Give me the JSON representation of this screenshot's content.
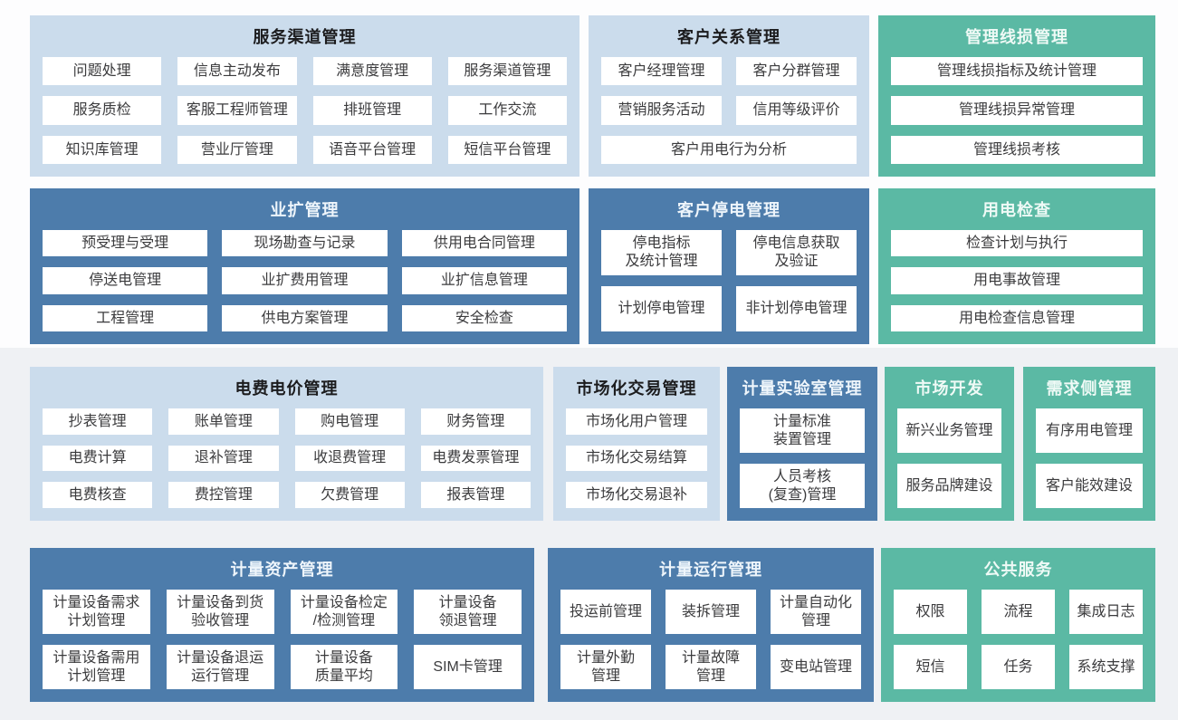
{
  "colors": {
    "light_blue": "#cbdcec",
    "dark_blue": "#4d7cab",
    "teal": "#5bb9a4",
    "item_bg": "#ffffff",
    "item_text": "#3b3b3d",
    "bg_lower": "#eff1f4"
  },
  "panels": [
    {
      "title": "服务渠道管理",
      "theme": "light",
      "items": [
        {
          "label": "问题处理"
        },
        {
          "label": "信息主动发布"
        },
        {
          "label": "满意度管理"
        },
        {
          "label": "服务渠道管理"
        },
        {
          "label": "服务质检"
        },
        {
          "label": "客服工程师管理"
        },
        {
          "label": "排班管理"
        },
        {
          "label": "工作交流"
        },
        {
          "label": "知识库管理"
        },
        {
          "label": "营业厅管理"
        },
        {
          "label": "语音平台管理"
        },
        {
          "label": "短信平台管理"
        }
      ]
    },
    {
      "title": "客户关系管理",
      "theme": "light",
      "items": [
        {
          "label": "客户经理管理"
        },
        {
          "label": "客户分群管理"
        },
        {
          "label": "营销服务活动"
        },
        {
          "label": "信用等级评价"
        },
        {
          "label": "客户用电行为分析",
          "span": 2
        }
      ]
    },
    {
      "title": "管理线损管理",
      "theme": "teal",
      "items": [
        {
          "label": "管理线损指标及统计管理"
        },
        {
          "label": "管理线损异常管理"
        },
        {
          "label": "管理线损考核"
        }
      ]
    },
    {
      "title": "业扩管理",
      "theme": "dark",
      "items": [
        {
          "label": "预受理与受理"
        },
        {
          "label": "现场勘查与记录"
        },
        {
          "label": "供用电合同管理"
        },
        {
          "label": "停送电管理"
        },
        {
          "label": "业扩费用管理"
        },
        {
          "label": "业扩信息管理"
        },
        {
          "label": "工程管理"
        },
        {
          "label": "供电方案管理"
        },
        {
          "label": "安全检查"
        }
      ]
    },
    {
      "title": "客户停电管理",
      "theme": "dark",
      "items": [
        {
          "label": "停电指标\n及统计管理"
        },
        {
          "label": "停电信息获取\n及验证"
        },
        {
          "label": "计划停电管理"
        },
        {
          "label": "非计划停电管理"
        }
      ]
    },
    {
      "title": "用电检查",
      "theme": "teal",
      "items": [
        {
          "label": "检查计划与执行"
        },
        {
          "label": "用电事故管理"
        },
        {
          "label": "用电检查信息管理"
        }
      ]
    },
    {
      "title": "电费电价管理",
      "theme": "light",
      "items": [
        {
          "label": "抄表管理"
        },
        {
          "label": "账单管理"
        },
        {
          "label": "购电管理"
        },
        {
          "label": "财务管理"
        },
        {
          "label": "电费计算"
        },
        {
          "label": "退补管理"
        },
        {
          "label": "收退费管理"
        },
        {
          "label": "电费发票管理"
        },
        {
          "label": "电费核查"
        },
        {
          "label": "费控管理"
        },
        {
          "label": "欠费管理"
        },
        {
          "label": "报表管理"
        }
      ]
    },
    {
      "title": "市场化交易管理",
      "theme": "light",
      "items": [
        {
          "label": "市场化用户管理"
        },
        {
          "label": "市场化交易结算"
        },
        {
          "label": "市场化交易退补"
        }
      ]
    },
    {
      "title": "计量实验室管理",
      "theme": "dark",
      "items": [
        {
          "label": "计量标准\n装置管理"
        },
        {
          "label": "人员考核\n(复查)管理"
        }
      ]
    },
    {
      "title": "市场开发",
      "theme": "teal",
      "items": [
        {
          "label": "新兴业务管理"
        },
        {
          "label": "服务品牌建设"
        }
      ]
    },
    {
      "title": "需求侧管理",
      "theme": "teal",
      "items": [
        {
          "label": "有序用电管理"
        },
        {
          "label": "客户能效建设"
        }
      ]
    },
    {
      "title": "计量资产管理",
      "theme": "dark",
      "items": [
        {
          "label": "计量设备需求\n计划管理"
        },
        {
          "label": "计量设备到货\n验收管理"
        },
        {
          "label": "计量设备检定\n/检测管理"
        },
        {
          "label": "计量设备\n领退管理"
        },
        {
          "label": "计量设备需用\n计划管理"
        },
        {
          "label": "计量设备退运\n运行管理"
        },
        {
          "label": "计量设备\n质量平均"
        },
        {
          "label": "SIM卡管理"
        }
      ]
    },
    {
      "title": "计量运行管理",
      "theme": "dark",
      "items": [
        {
          "label": "投运前管理"
        },
        {
          "label": "装拆管理"
        },
        {
          "label": "计量自动化\n管理"
        },
        {
          "label": "计量外勤\n管理"
        },
        {
          "label": "计量故障\n管理"
        },
        {
          "label": "变电站管理"
        }
      ]
    },
    {
      "title": "公共服务",
      "theme": "teal",
      "items": [
        {
          "label": "权限"
        },
        {
          "label": "流程"
        },
        {
          "label": "集成日志"
        },
        {
          "label": "短信"
        },
        {
          "label": "任务"
        },
        {
          "label": "系统支撑"
        }
      ]
    }
  ]
}
